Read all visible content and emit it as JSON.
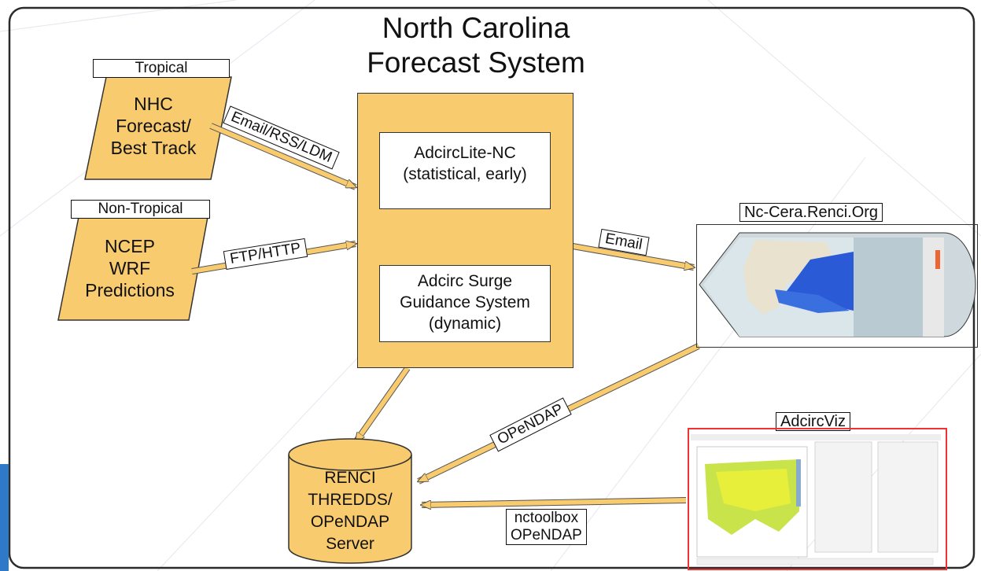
{
  "title": {
    "line1": "North Carolina",
    "line2": "Forecast System"
  },
  "sources": {
    "tropical": {
      "tag": "Tropical",
      "lines": [
        "NHC",
        "Forecast/",
        "Best Track"
      ]
    },
    "nontropical": {
      "tag": "Non-Tropical",
      "lines": [
        "NCEP",
        "WRF",
        "Predictions"
      ]
    }
  },
  "arrows": {
    "email_rss_ldm": "Email/RSS/LDM",
    "ftp_http": "FTP/HTTP",
    "email": "Email",
    "opendap": "OPeNDAP",
    "nctoolbox_line1": "nctoolbox",
    "nctoolbox_line2": "OPeNDAP"
  },
  "center": {
    "box1": [
      "AdcircLite-NC",
      "(statistical, early)"
    ],
    "box2": [
      "Adcirc Surge",
      "Guidance System",
      "(dynamic)"
    ]
  },
  "outputs": {
    "nccera": "Nc-Cera.Renci.Org",
    "adcircviz": "AdcircViz"
  },
  "server": {
    "lines": [
      "RENCI",
      "THREDDS/",
      "OPeNDAP",
      "Server"
    ]
  },
  "colors": {
    "accent": "#f8cb6e",
    "frame": "#333333",
    "viz_border": "#e33333"
  }
}
